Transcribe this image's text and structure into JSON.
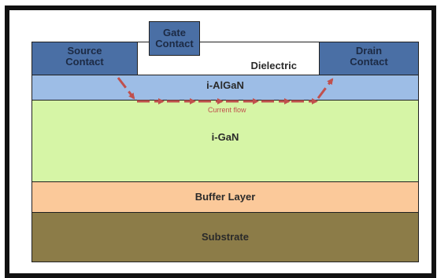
{
  "layers": {
    "source_contact": "Source\nContact",
    "gate_contact": "Gate\nContact",
    "dielectric": "Dielectric",
    "drain_contact": "Drain\nContact",
    "algan": "i-AlGaN",
    "gan": "i-GaN",
    "buffer": "Buffer Layer",
    "substrate": "Substrate"
  },
  "annotations": {
    "current_flow": "Current flow"
  },
  "colors": {
    "contact": "#4a6fa5",
    "algan": "#9dbde6",
    "gan": "#d6f5a6",
    "buffer": "#fbc99a",
    "substrate": "#8c7c48",
    "arrow": "#c0504d"
  }
}
